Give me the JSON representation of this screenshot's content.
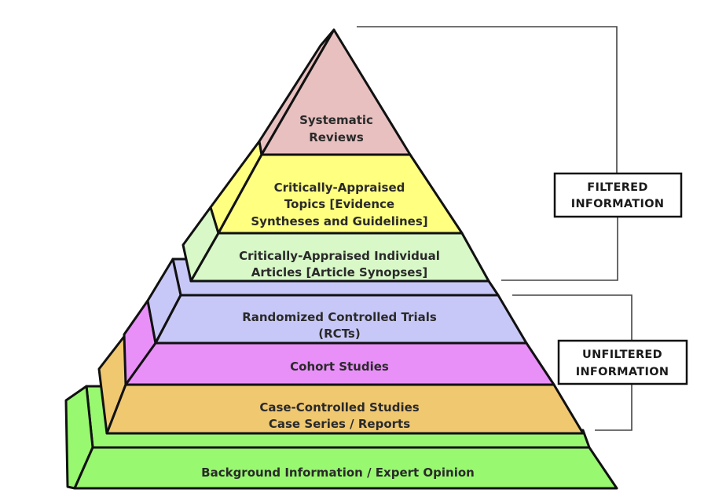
{
  "diagram": {
    "type": "evidence-pyramid",
    "levels": [
      {
        "id": "systematic-reviews",
        "lines": [
          "Systematic",
          "Reviews"
        ],
        "color": "#e8c0c0",
        "group": "filtered"
      },
      {
        "id": "critically-appraised-topics",
        "lines": [
          "Critically-Appraised",
          "Topics [Evidence",
          "Syntheses and Guidelines]"
        ],
        "color": "#ffff80",
        "group": "filtered"
      },
      {
        "id": "critically-appraised-articles",
        "lines": [
          "Critically-Appraised Individual",
          "Articles [Article Synopses]"
        ],
        "color": "#d8f8c8",
        "group": "filtered"
      },
      {
        "id": "rcts",
        "lines": [
          "Randomized Controlled Trials",
          "(RCTs)"
        ],
        "color": "#c8c8f8",
        "group": "unfiltered"
      },
      {
        "id": "cohort-studies",
        "lines": [
          "Cohort Studies"
        ],
        "color": "#e890f8",
        "group": "unfiltered"
      },
      {
        "id": "case-controlled",
        "lines": [
          "Case-Controlled Studies",
          "Case Series / Reports"
        ],
        "color": "#f0c870",
        "group": "unfiltered"
      },
      {
        "id": "background-info",
        "lines": [
          "Background Information / Expert Opinion"
        ],
        "color": "#98f870",
        "group": "none"
      }
    ],
    "groups": {
      "filtered": {
        "lines": [
          "FILTERED",
          "INFORMATION"
        ]
      },
      "unfiltered": {
        "lines": [
          "UNFILTERED",
          "INFORMATION"
        ]
      }
    }
  }
}
